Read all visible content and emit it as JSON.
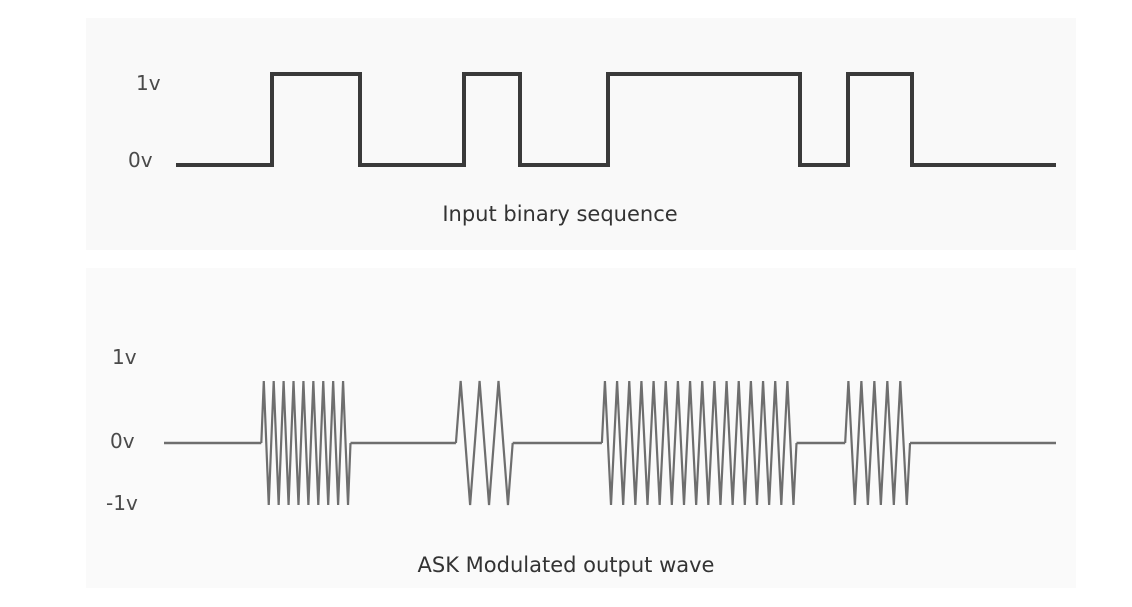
{
  "colors": {
    "signal_stroke": "#3a3a3a",
    "wave_stroke": "#6e6e6e",
    "text": "#333333"
  },
  "input_signal": {
    "caption": "Input binary sequence",
    "levels": {
      "high_label": "1v",
      "low_label": "0v"
    },
    "time_range": [
      0,
      11
    ],
    "bits": [
      0,
      1,
      0,
      1,
      0,
      1,
      1,
      0,
      1,
      0
    ],
    "transitions": [
      {
        "t": 0.0,
        "v": 0
      },
      {
        "t": 1.2,
        "v": 1
      },
      {
        "t": 2.3,
        "v": 0
      },
      {
        "t": 3.6,
        "v": 1
      },
      {
        "t": 4.3,
        "v": 0
      },
      {
        "t": 5.4,
        "v": 1
      },
      {
        "t": 7.8,
        "v": 0
      },
      {
        "t": 8.4,
        "v": 1
      },
      {
        "t": 9.2,
        "v": 0
      },
      {
        "t": 10.0,
        "v": 0
      }
    ]
  },
  "ask_output": {
    "caption": "ASK Modulated output wave",
    "levels": {
      "high_label": "1v",
      "zero_label": "0v",
      "low_label": "-1v"
    },
    "bursts": [
      {
        "start": 1.2,
        "end": 2.3,
        "cycles": 9
      },
      {
        "start": 3.6,
        "end": 4.3,
        "cycles": 3
      },
      {
        "start": 5.4,
        "end": 7.8,
        "cycles": 16
      },
      {
        "start": 8.4,
        "end": 9.2,
        "cycles": 5
      }
    ]
  }
}
